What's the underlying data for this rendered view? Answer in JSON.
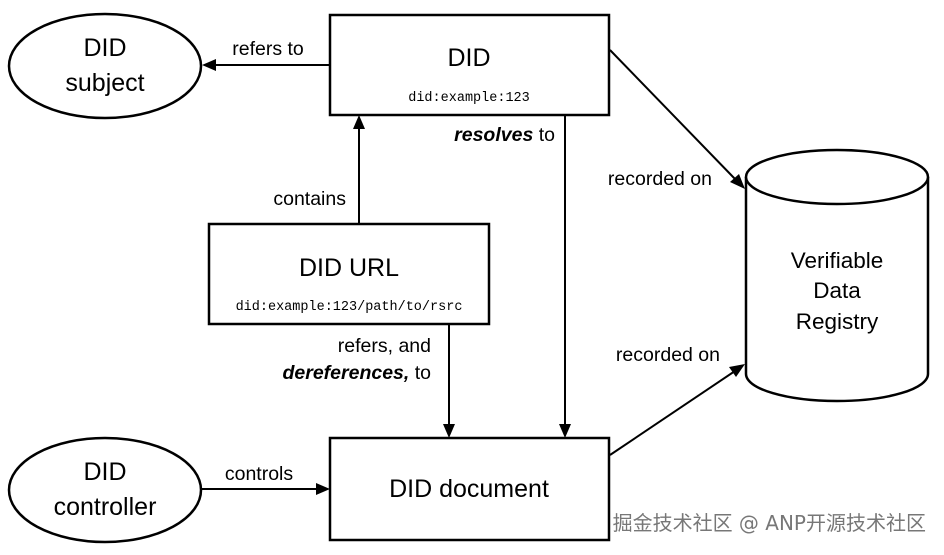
{
  "nodes": {
    "did": {
      "title": "DID",
      "example": "did:example:123"
    },
    "did_subject": {
      "line1": "DID",
      "line2": "subject"
    },
    "did_url": {
      "title": "DID URL",
      "example": "did:example:123/path/to/rsrc"
    },
    "did_document": {
      "title": "DID document"
    },
    "did_controller": {
      "line1": "DID",
      "line2": "controller"
    },
    "registry": {
      "line1": "Verifiable",
      "line2": "Data",
      "line3": "Registry"
    }
  },
  "edges": {
    "refers_to": "refers to",
    "resolves_strong": "resolves",
    "resolves_rest": " to",
    "recorded_on_top": "recorded on",
    "contains": "contains",
    "refers_and": "refers, and",
    "dereferences_strong": "dereferences,",
    "dereferences_rest": " to",
    "recorded_on_bottom": "recorded on",
    "controls": "controls"
  },
  "watermark": "掘金技术社区 @ ANP开源技术社区"
}
